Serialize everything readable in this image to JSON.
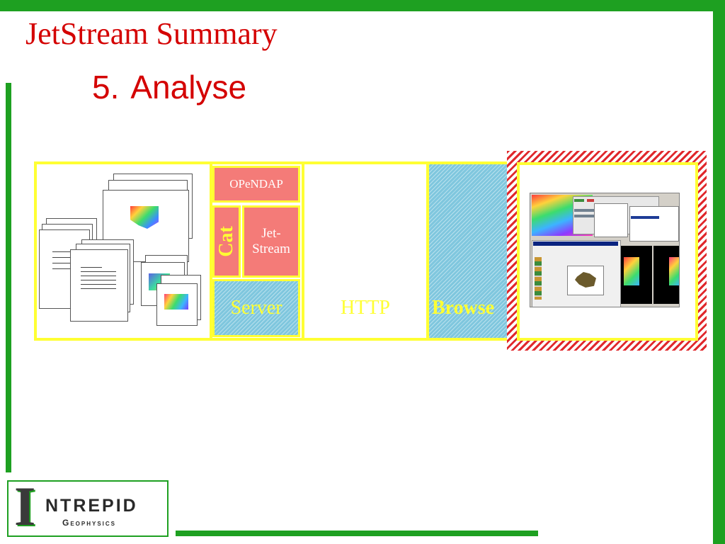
{
  "slide": {
    "title": "JetStream Summary",
    "step_number": "5.",
    "step_label": "Analyse"
  },
  "diagram": {
    "opendap_label": "OPeNDAP",
    "cat_label": "Cat",
    "jetstream_label_line1": "Jet-",
    "jetstream_label_line2": "Stream",
    "server_label": "Server",
    "http_label": "HTTP",
    "browser_label": "Browse"
  },
  "logo": {
    "initial": "I",
    "name": "NTREPID",
    "tagline": "Geophysics"
  },
  "colors": {
    "accent_green": "#1ea021",
    "title_red": "#d40000",
    "frame_yellow": "#ffff33",
    "box_pink": "#f47b78",
    "hatch_blue": "#7fc7de",
    "hatch_red": "#e0282c"
  }
}
